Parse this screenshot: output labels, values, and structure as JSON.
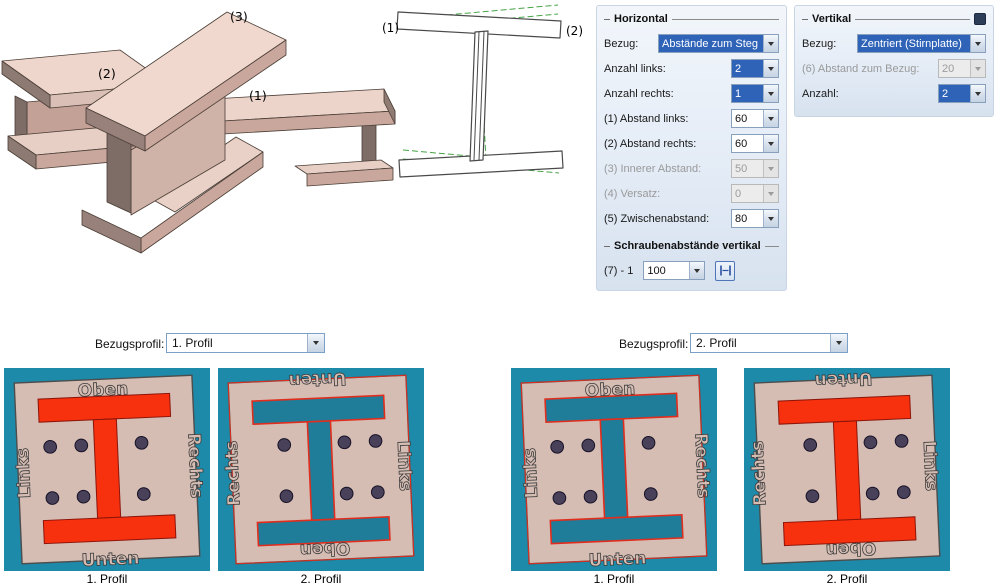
{
  "iso": {
    "labels": {
      "l1": "(1)",
      "l2": "(2)",
      "l3": "(3)"
    }
  },
  "schematic": {
    "labels": {
      "l1": "(1)",
      "l2": "(2)"
    }
  },
  "horizontal_group": {
    "title": "Horizontal",
    "rows": [
      {
        "label": "Bezug:",
        "value": "Abstände zum Steg",
        "state": "selected",
        "wide": true
      },
      {
        "label": "Anzahl links:",
        "value": "2",
        "state": "selected"
      },
      {
        "label": "Anzahl rechts:",
        "value": "1",
        "state": "selected"
      },
      {
        "label": "(1) Abstand links:",
        "value": "60",
        "state": "normal"
      },
      {
        "label": "(2) Abstand rechts:",
        "value": "60",
        "state": "normal"
      },
      {
        "label": "(3) Innerer Abstand:",
        "value": "50",
        "state": "disabled"
      },
      {
        "label": "(4) Versatz:",
        "value": "0",
        "state": "disabled"
      },
      {
        "label": "(5) Zwischenabstand:",
        "value": "80",
        "state": "normal"
      }
    ]
  },
  "schrauben_group": {
    "title": "Schraubenabstände vertikal",
    "row_label": "(7) - 1",
    "value": "100"
  },
  "vertikal_group": {
    "title": "Vertikal",
    "rows": [
      {
        "label": "Bezug:",
        "value": "Zentriert (Stirnplatte)",
        "state": "selected",
        "wide": true
      },
      {
        "label": "(6) Abstand zum Bezug:",
        "value": "20",
        "state": "disabled"
      },
      {
        "label": "Anzahl:",
        "value": "2",
        "state": "selected"
      }
    ]
  },
  "bezugsprofil": {
    "label": "Bezugsprofil:",
    "left_value": "1. Profil",
    "right_value": "2. Profil"
  },
  "diagrams": [
    {
      "caption": "1. Profil",
      "beam": "red",
      "flipped": false,
      "labels": {
        "top": "Oben",
        "right": "Rechts",
        "bottom": "Unten",
        "left": "Links"
      }
    },
    {
      "caption": "2. Profil",
      "beam": "blue",
      "flipped": true,
      "labels": {
        "top": "Oben",
        "right": "Rechts",
        "bottom": "Unten",
        "left": "Links"
      }
    },
    {
      "caption": "1. Profil",
      "beam": "blue",
      "flipped": false,
      "labels": {
        "top": "Oben",
        "right": "Rechts",
        "bottom": "Unten",
        "left": "Links"
      }
    },
    {
      "caption": "2. Profil",
      "beam": "red",
      "flipped": true,
      "labels": {
        "top": "Oben",
        "right": "Rechts",
        "bottom": "Unten",
        "left": "Links"
      }
    }
  ],
  "colors": {
    "accent_blue": "#2f63b8",
    "panel_top": "#f2f6fb",
    "panel_bottom": "#d7e2ef",
    "teal_background": "#1d8aa9",
    "plate": "#d5bdb4",
    "red_profile": "#f7300e",
    "blue_profile": "#1f7d99",
    "red_outline": "#e02e1e",
    "bolt": "#49415a",
    "green_dashed": "#46a346"
  }
}
